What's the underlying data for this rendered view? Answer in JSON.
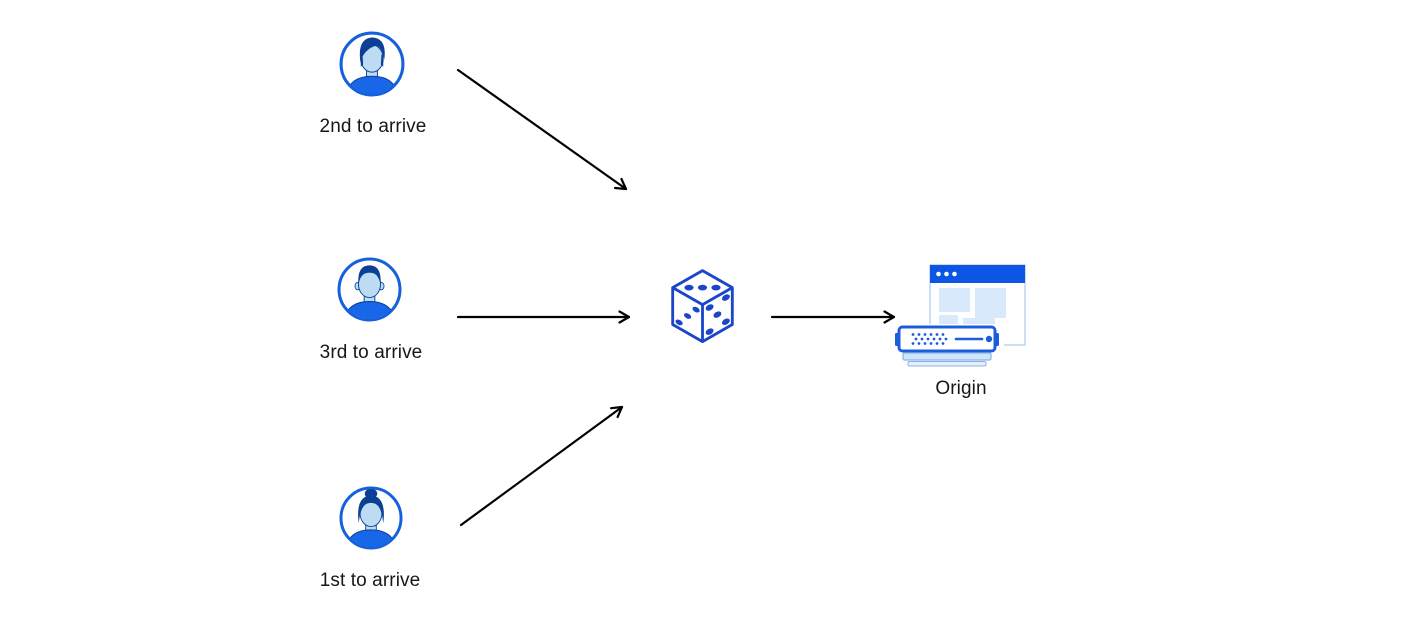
{
  "diagram": {
    "users": [
      {
        "label": "2nd to arrive",
        "icon": "male-avatar-quiff-icon"
      },
      {
        "label": "3rd to arrive",
        "icon": "male-avatar-short-hair-icon"
      },
      {
        "label": "1st to arrive",
        "icon": "female-avatar-bun-icon"
      }
    ],
    "selector": {
      "icon": "dice-icon"
    },
    "origin": {
      "label": "Origin",
      "icon": "origin-browser-server-icon"
    },
    "connections": [
      {
        "from": "2nd to arrive",
        "to": "dice"
      },
      {
        "from": "3rd to arrive",
        "to": "dice"
      },
      {
        "from": "1st to arrive",
        "to": "dice"
      },
      {
        "from": "dice",
        "to": "Origin"
      }
    ]
  },
  "colors": {
    "ring_blue": "#1560dd",
    "navy": "#0c4095",
    "face_blue": "#bddcf4",
    "shirt_blue": "#1767e8",
    "dice_blue": "#1a45cc",
    "header_blue": "#0d55e4",
    "block_blue": "#d8e9fb",
    "server_blue": "#1c5cdd",
    "tray_blue": "#cfe6fa",
    "tray_edge": "#8ab4e4",
    "window_edge": "#bcd4ef",
    "arrow_color": "#000000",
    "text_color": "#15171a",
    "bg": "#ffffff"
  }
}
